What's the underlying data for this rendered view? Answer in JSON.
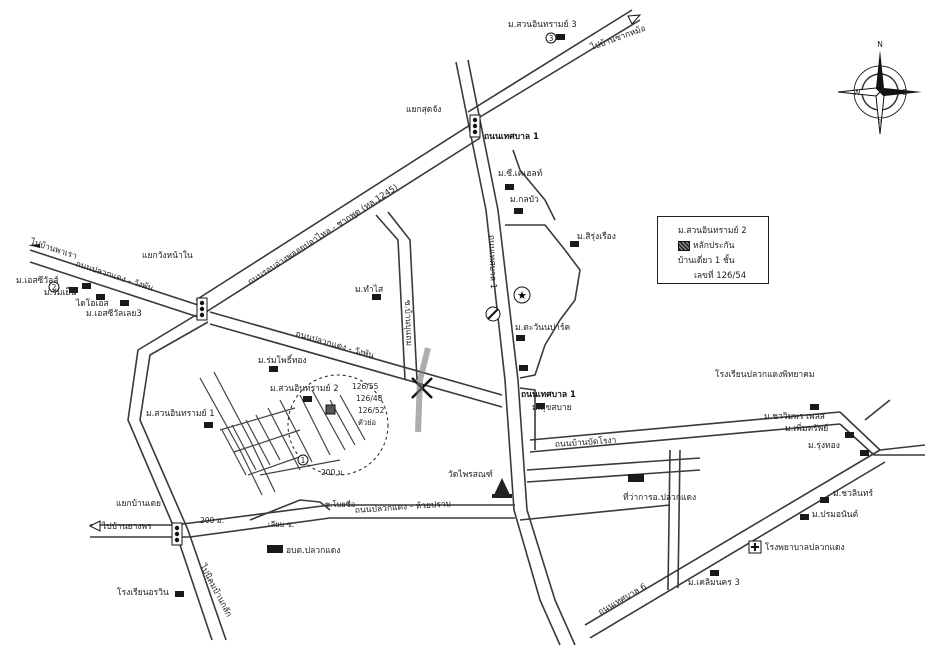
{
  "roads": {
    "r1": "ถนนรอบอ่างพลอยปลาไหล - ชากพุด (ทล.1245)",
    "r2": "ถนนปลวกแดง - วังพัน",
    "r3": "ถนนปลวกแดง - วังพัน",
    "r4": "ถนนปลวกแดง - ห้วยปราบ",
    "r5": "ถนนเทศบาล 1",
    "r6": "ถนนเทศบาล 1",
    "r7": "ถนนเทศบาล 1",
    "r8": "ถนนบ้านบัดโรงา",
    "r9": "ถนนเทศบาล 6",
    "r10": "ซ.บ้านบุแถม",
    "r11": "ซ.โบยซื่อ",
    "r12": "เลียบ ซ."
  },
  "directions": {
    "d1": "ไปบ้านพาเรา",
    "d2": "ไปบ้านชากหม้อ",
    "d3": "ไปบ้านยางพร",
    "d4": "ไปนิคมบ้านกลัก"
  },
  "junctions": {
    "j1": "แยกสุดจัง",
    "j2": "แยกวังหน้าใน",
    "j3": "แยกบ้านเตย"
  },
  "places": [
    {
      "id": "p1",
      "text": "ม.สวนอินทรามย์ 3"
    },
    {
      "id": "p2",
      "text": "ม.ซี.เคเฮลท์"
    },
    {
      "id": "p3",
      "text": "ม.กลบัว"
    },
    {
      "id": "p4",
      "text": "ม.สิรุ่งเรือง"
    },
    {
      "id": "p5",
      "text": "ม.เอสซีวัลส์"
    },
    {
      "id": "p6",
      "text": "ม.ร่มเย็น"
    },
    {
      "id": "p7",
      "text": "ไดโอเอส"
    },
    {
      "id": "p8",
      "text": "ม.เอสซีวัลเลย3"
    },
    {
      "id": "p9",
      "text": "ม.ทำไส"
    },
    {
      "id": "p10",
      "text": "ม.ตะวันนปาร์ค"
    },
    {
      "id": "p11",
      "text": "ม.ร่มโพธิ์ทอง"
    },
    {
      "id": "p12",
      "text": "ม.สวนอินทรามย์ 2"
    },
    {
      "id": "p13",
      "text": "ม.สวนอินทรามย์ 1"
    },
    {
      "id": "p14",
      "text": "ม.สุขสบาย"
    },
    {
      "id": "p15",
      "text": "โรงเรียนปลวกแดงพิทยาคม"
    },
    {
      "id": "p16",
      "text": "ม.ชาวิมพร เพลส"
    },
    {
      "id": "p17",
      "text": "ม.เพิ่มทรัพย์"
    },
    {
      "id": "p18",
      "text": "ม.รุ่งทอง"
    },
    {
      "id": "p19",
      "text": "วัดไพรสณฑ์"
    },
    {
      "id": "p20",
      "text": "ที่ว่าการอ.ปลวกแดง"
    },
    {
      "id": "p21",
      "text": "ม.ชวลินทร์"
    },
    {
      "id": "p22",
      "text": "ม.ปรมอนันต์"
    },
    {
      "id": "p23",
      "text": "โรงพยาบาลปลวกแดง"
    },
    {
      "id": "p24",
      "text": "อบต.ปลวกแดง"
    },
    {
      "id": "p25",
      "text": "โรงเรียนอรวิน"
    },
    {
      "id": "p26",
      "text": "ม.เคลิมนคร 3"
    }
  ],
  "plot_numbers": {
    "n1": "126/55",
    "n2": "126/48",
    "n3": "126/52",
    "n4": "ตัวย่อ"
  },
  "distances": {
    "d200a": "200 ม.",
    "d200b": "200 ม."
  },
  "markers": {
    "m1": "3",
    "m2": "2",
    "m3": "1"
  },
  "legend": {
    "title": "ม.สวนอินทรามย์ 2",
    "item": "หลักประกัน",
    "line3": "บ้านเดี่ยว 1 ชั้น",
    "line4": "เลขที่ 126/54"
  },
  "compass": {
    "n": "N",
    "s": "S",
    "e": "E",
    "w": "W"
  }
}
